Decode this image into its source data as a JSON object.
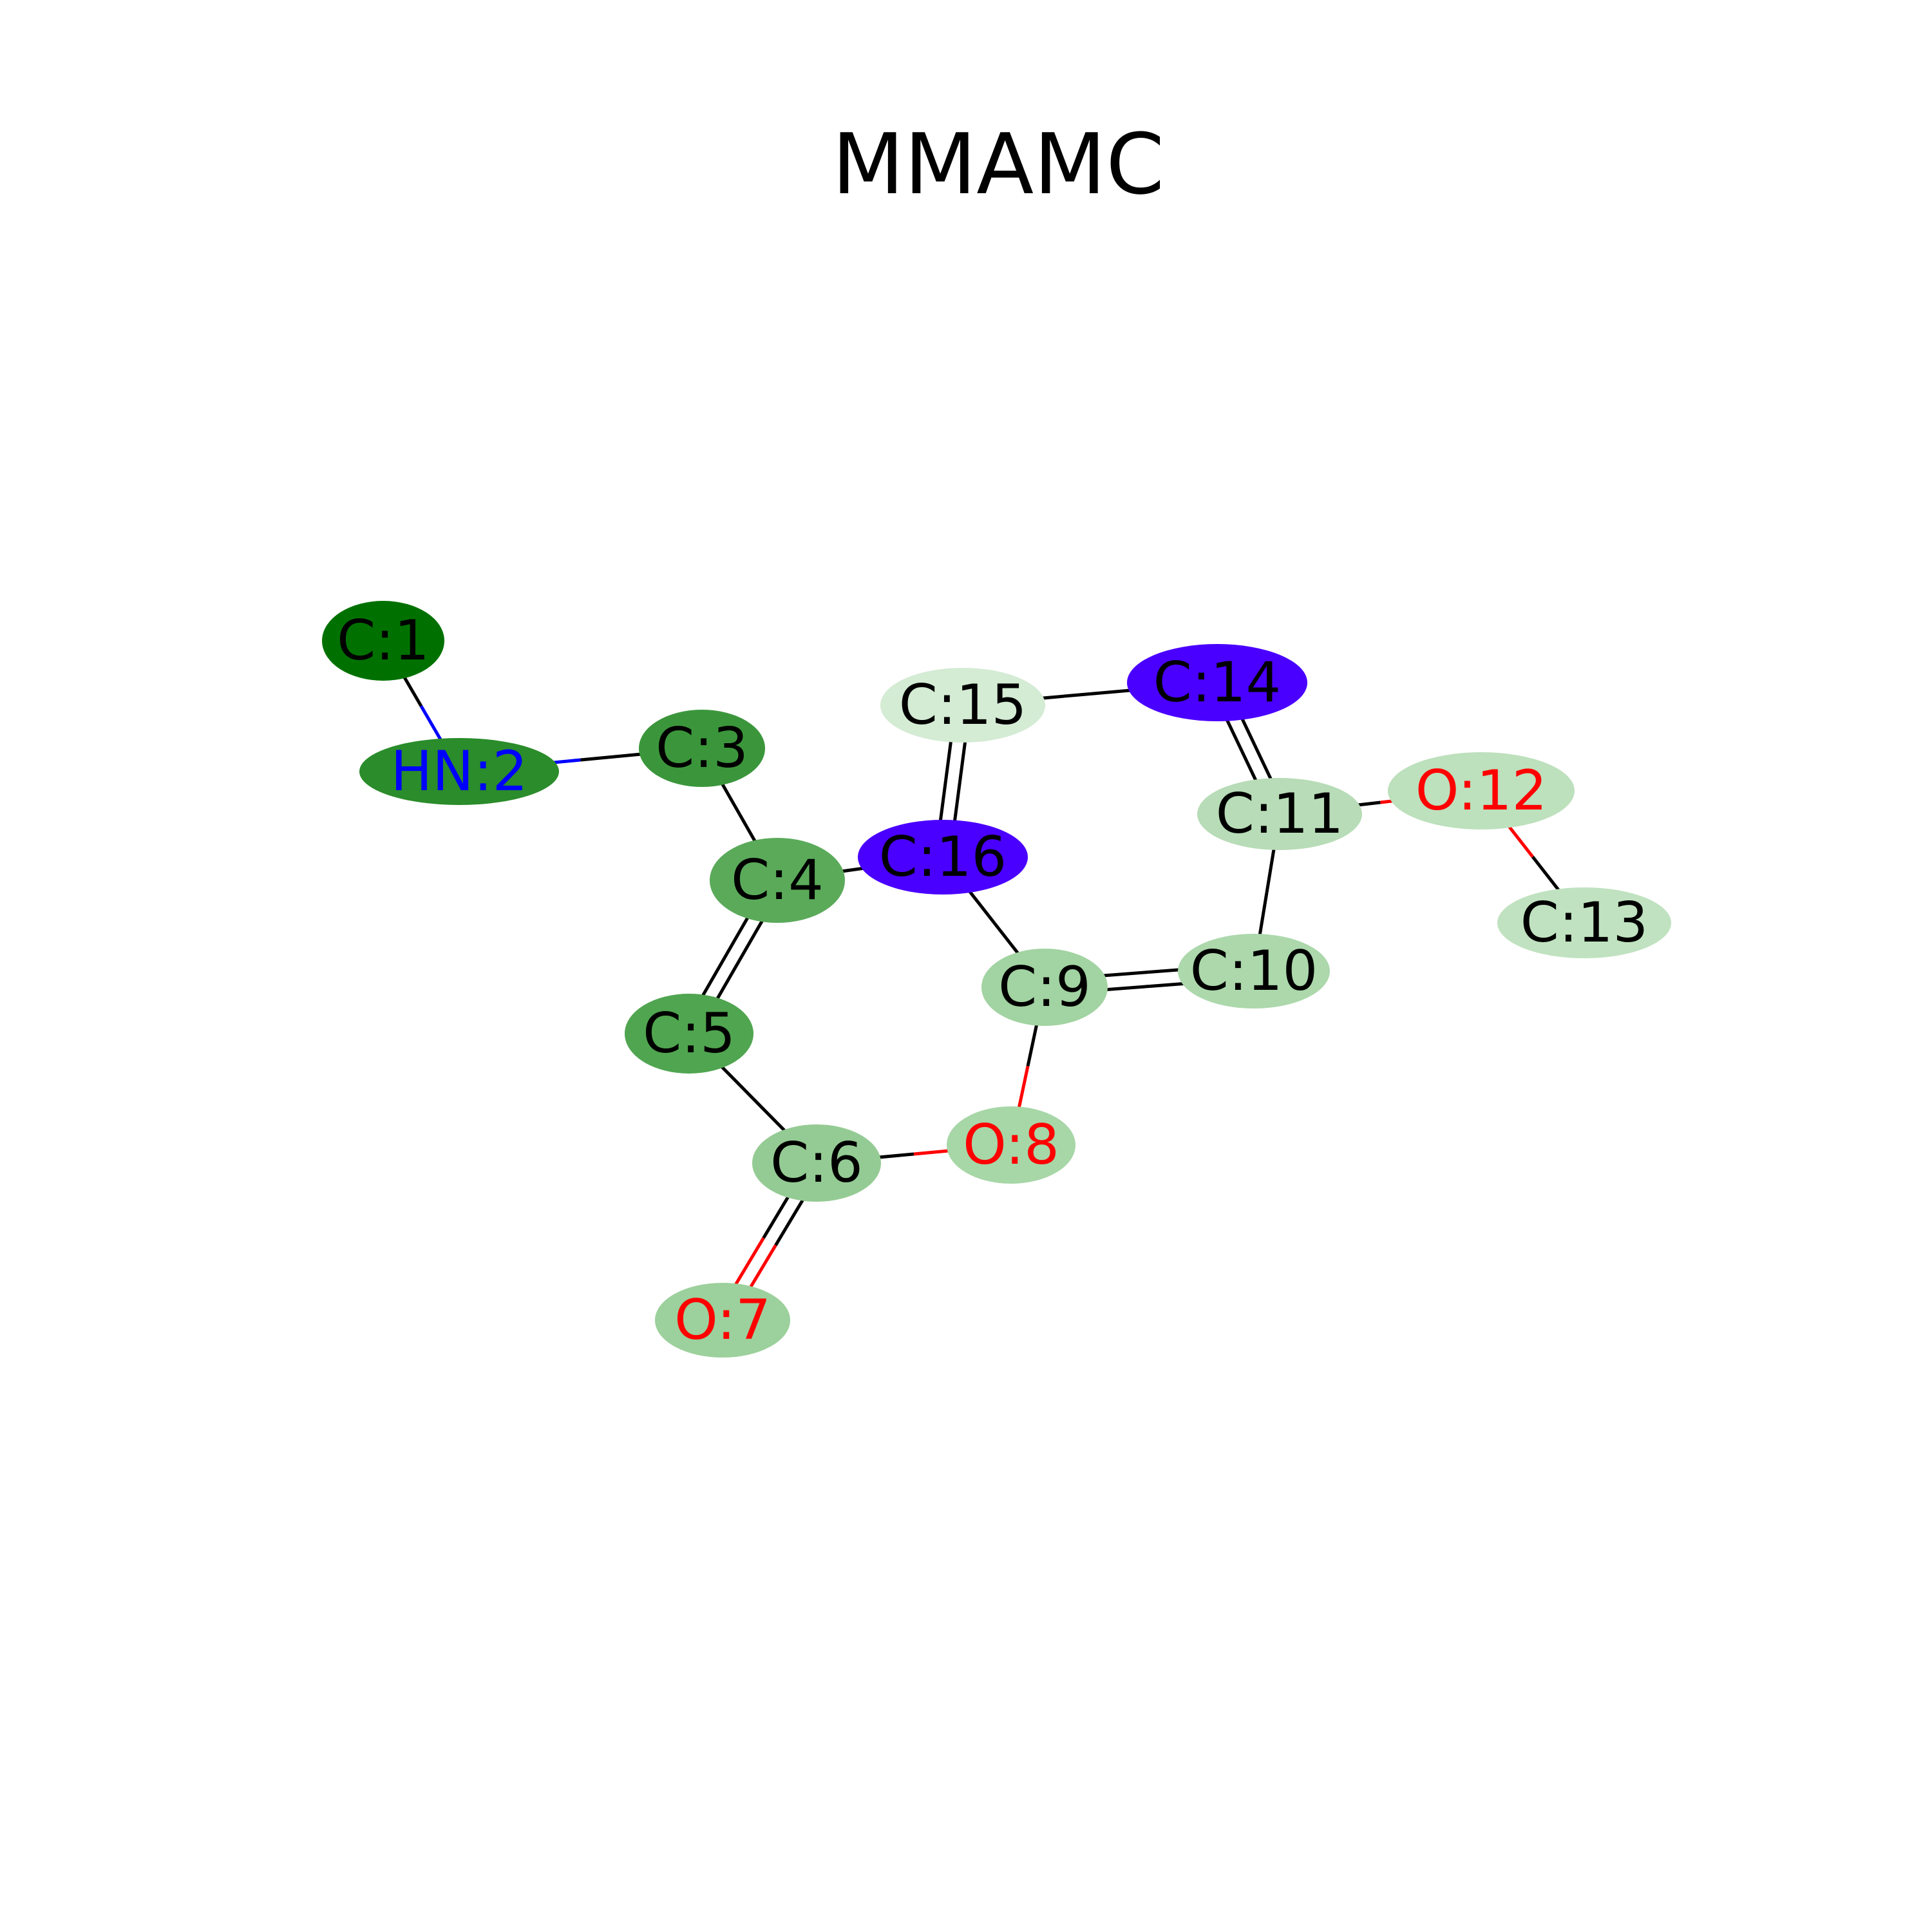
{
  "title": "MMAMC",
  "atoms": [
    {
      "id": 1,
      "label": "C:1",
      "element": "C",
      "highlight": "#007100",
      "text_color": "#000000"
    },
    {
      "id": 2,
      "label": "HN:2",
      "element": "N",
      "highlight": "#2a8c2a",
      "text_color": "#0000ff"
    },
    {
      "id": 3,
      "label": "C:3",
      "element": "C",
      "highlight": "#3b963b",
      "text_color": "#000000"
    },
    {
      "id": 4,
      "label": "C:4",
      "element": "C",
      "highlight": "#5aaa5a",
      "text_color": "#000000"
    },
    {
      "id": 5,
      "label": "C:5",
      "element": "C",
      "highlight": "#50a550",
      "text_color": "#000000"
    },
    {
      "id": 6,
      "label": "C:6",
      "element": "C",
      "highlight": "#94cb94",
      "text_color": "#000000"
    },
    {
      "id": 7,
      "label": "O:7",
      "element": "O",
      "highlight": "#9cd09c",
      "text_color": "#ff0000"
    },
    {
      "id": 8,
      "label": "O:8",
      "element": "O",
      "highlight": "#a7d6a7",
      "text_color": "#ff0000"
    },
    {
      "id": 9,
      "label": "C:9",
      "element": "C",
      "highlight": "#a2d3a2",
      "text_color": "#000000"
    },
    {
      "id": 10,
      "label": "C:10",
      "element": "C",
      "highlight": "#acd8ac",
      "text_color": "#000000"
    },
    {
      "id": 11,
      "label": "C:11",
      "element": "C",
      "highlight": "#b7dcb7",
      "text_color": "#000000"
    },
    {
      "id": 12,
      "label": "O:12",
      "element": "O",
      "highlight": "#bde0bd",
      "text_color": "#ff0000"
    },
    {
      "id": 13,
      "label": "C:13",
      "element": "C",
      "highlight": "#c0e2c0",
      "text_color": "#000000"
    },
    {
      "id": 14,
      "label": "C:14",
      "element": "C",
      "highlight": "#4a00ff",
      "text_color": "#000000"
    },
    {
      "id": 15,
      "label": "C:15",
      "element": "C",
      "highlight": "#d4ebd4",
      "text_color": "#000000"
    },
    {
      "id": 16,
      "label": "C:16",
      "element": "C",
      "highlight": "#4a00ff",
      "text_color": "#000000"
    }
  ],
  "bonds": [
    {
      "from": 1,
      "to": 2,
      "order": 1
    },
    {
      "from": 2,
      "to": 3,
      "order": 1
    },
    {
      "from": 3,
      "to": 4,
      "order": 1
    },
    {
      "from": 4,
      "to": 5,
      "order": 2
    },
    {
      "from": 4,
      "to": 16,
      "order": 1
    },
    {
      "from": 5,
      "to": 6,
      "order": 1
    },
    {
      "from": 6,
      "to": 7,
      "order": 2
    },
    {
      "from": 6,
      "to": 8,
      "order": 1
    },
    {
      "from": 8,
      "to": 9,
      "order": 1
    },
    {
      "from": 9,
      "to": 10,
      "order": 2
    },
    {
      "from": 9,
      "to": 16,
      "order": 1
    },
    {
      "from": 10,
      "to": 11,
      "order": 1
    },
    {
      "from": 11,
      "to": 12,
      "order": 1
    },
    {
      "from": 11,
      "to": 14,
      "order": 2
    },
    {
      "from": 12,
      "to": 13,
      "order": 1
    },
    {
      "from": 14,
      "to": 15,
      "order": 1
    },
    {
      "from": 15,
      "to": 16,
      "order": 2
    }
  ],
  "element_colors": {
    "C": "#000000",
    "N": "#0000ff",
    "O": "#ff0000"
  }
}
